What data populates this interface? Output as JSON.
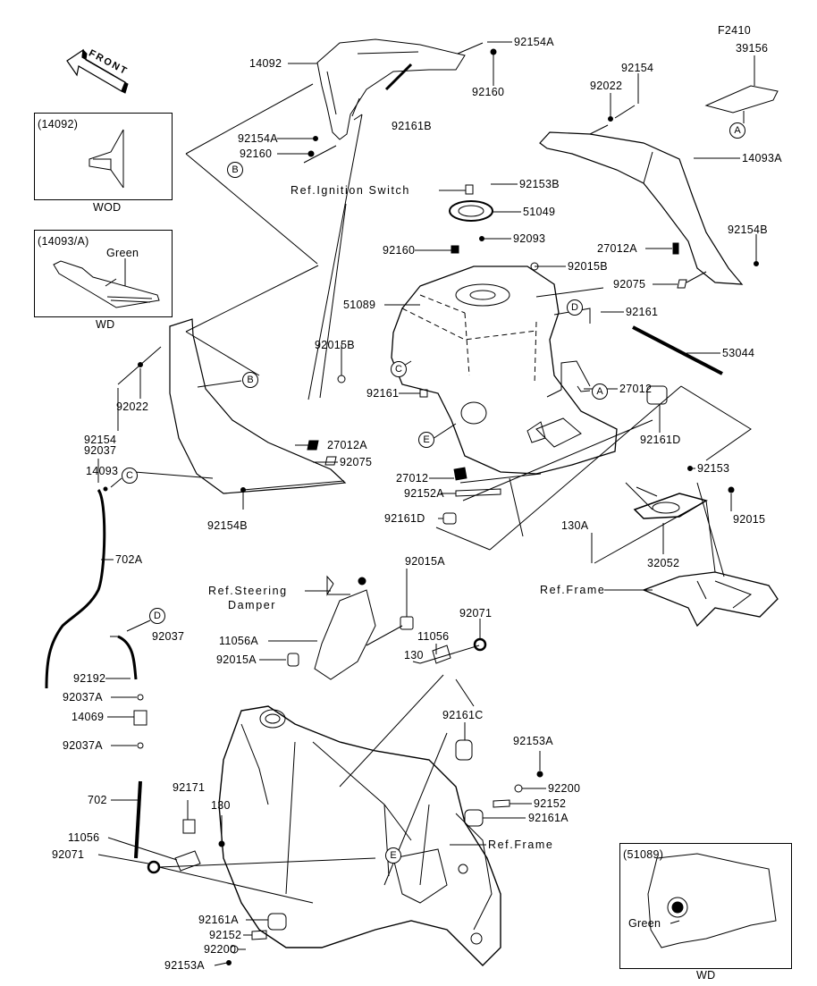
{
  "front_arrow": "FRONT",
  "insets": {
    "i14092": {
      "title": "(14092)",
      "caption": "WOD"
    },
    "i14093": {
      "title": "(14093/A)",
      "note": "Green",
      "caption": "WD"
    },
    "i51089": {
      "title": "(51089)",
      "note": "Green",
      "caption": "WD"
    }
  },
  "refs": {
    "ignition": "Ref.Ignition Switch",
    "steering1": "Ref.Steering",
    "steering2": "Damper",
    "frame1": "Ref.Frame",
    "frame2": "Ref.Frame"
  },
  "markers": [
    "A",
    "A",
    "B",
    "B",
    "C",
    "C",
    "D",
    "D",
    "E",
    "E"
  ],
  "labels": [
    "14092",
    "92154A",
    "92160",
    "92161B",
    "92154A",
    "92160",
    "92153B",
    "51049",
    "92160",
    "92093",
    "92015B",
    "51089",
    "92161",
    "92015B",
    "92161",
    "27012",
    "53044",
    "27012",
    "92152A",
    "92161D",
    "92161D",
    "F2410",
    "39156",
    "92154",
    "92022",
    "14093A",
    "92154B",
    "27012A",
    "92075",
    "92154",
    "92022",
    "27012A",
    "92075",
    "14093",
    "92154B",
    "92037",
    "702A",
    "92153",
    "92015",
    "130A",
    "32052",
    "92015A",
    "92037",
    "11056A",
    "92015A",
    "92071",
    "11056",
    "130",
    "92192",
    "92037A",
    "14069",
    "92037A",
    "702",
    "92161C",
    "92153A",
    "92200",
    "92152",
    "92161A",
    "92171",
    "130",
    "11056",
    "92071",
    "92161A",
    "92152",
    "92200",
    "92153A"
  ]
}
